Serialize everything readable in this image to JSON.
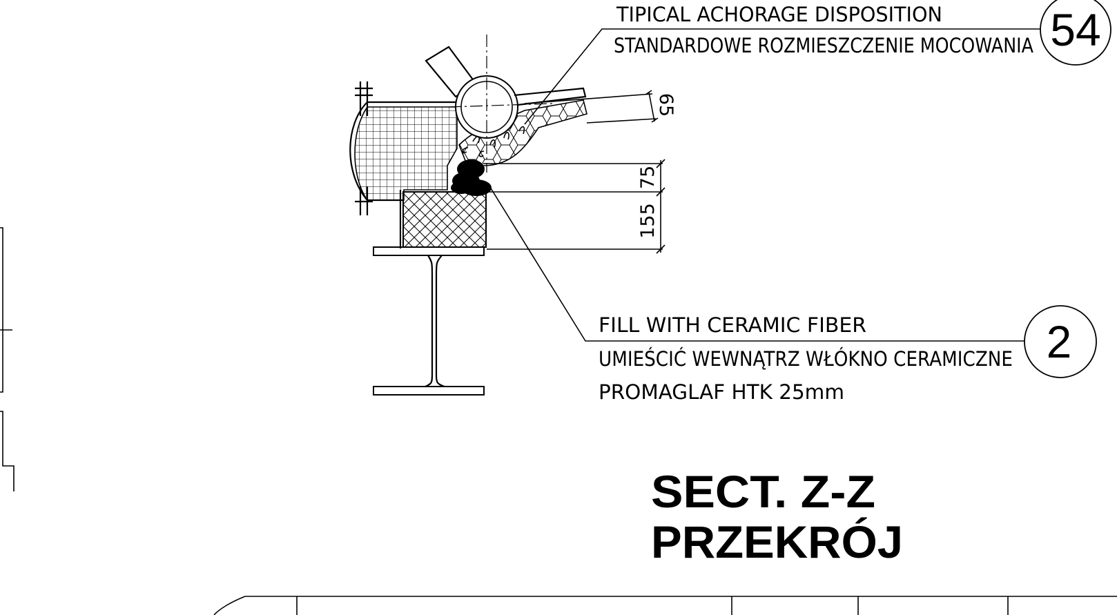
{
  "callouts": [
    {
      "number": "54",
      "lines": [
        "TIPICAL ACHORAGE DISPOSITION",
        "STANDARDOWE ROZMIESZCZENIE MOCOWANIA"
      ]
    },
    {
      "number": "2",
      "lines": [
        "FILL WITH CERAMIC FIBER",
        "UMIEŚCIĆ WEWNĄTRZ WŁÓKNO CERAMICZNE",
        "PROMAGLAF HTK 25mm"
      ]
    }
  ],
  "dimensions": [
    "65",
    "75",
    "155"
  ],
  "section_title": [
    "SECT. Z-Z",
    "PRZEKRÓJ"
  ]
}
